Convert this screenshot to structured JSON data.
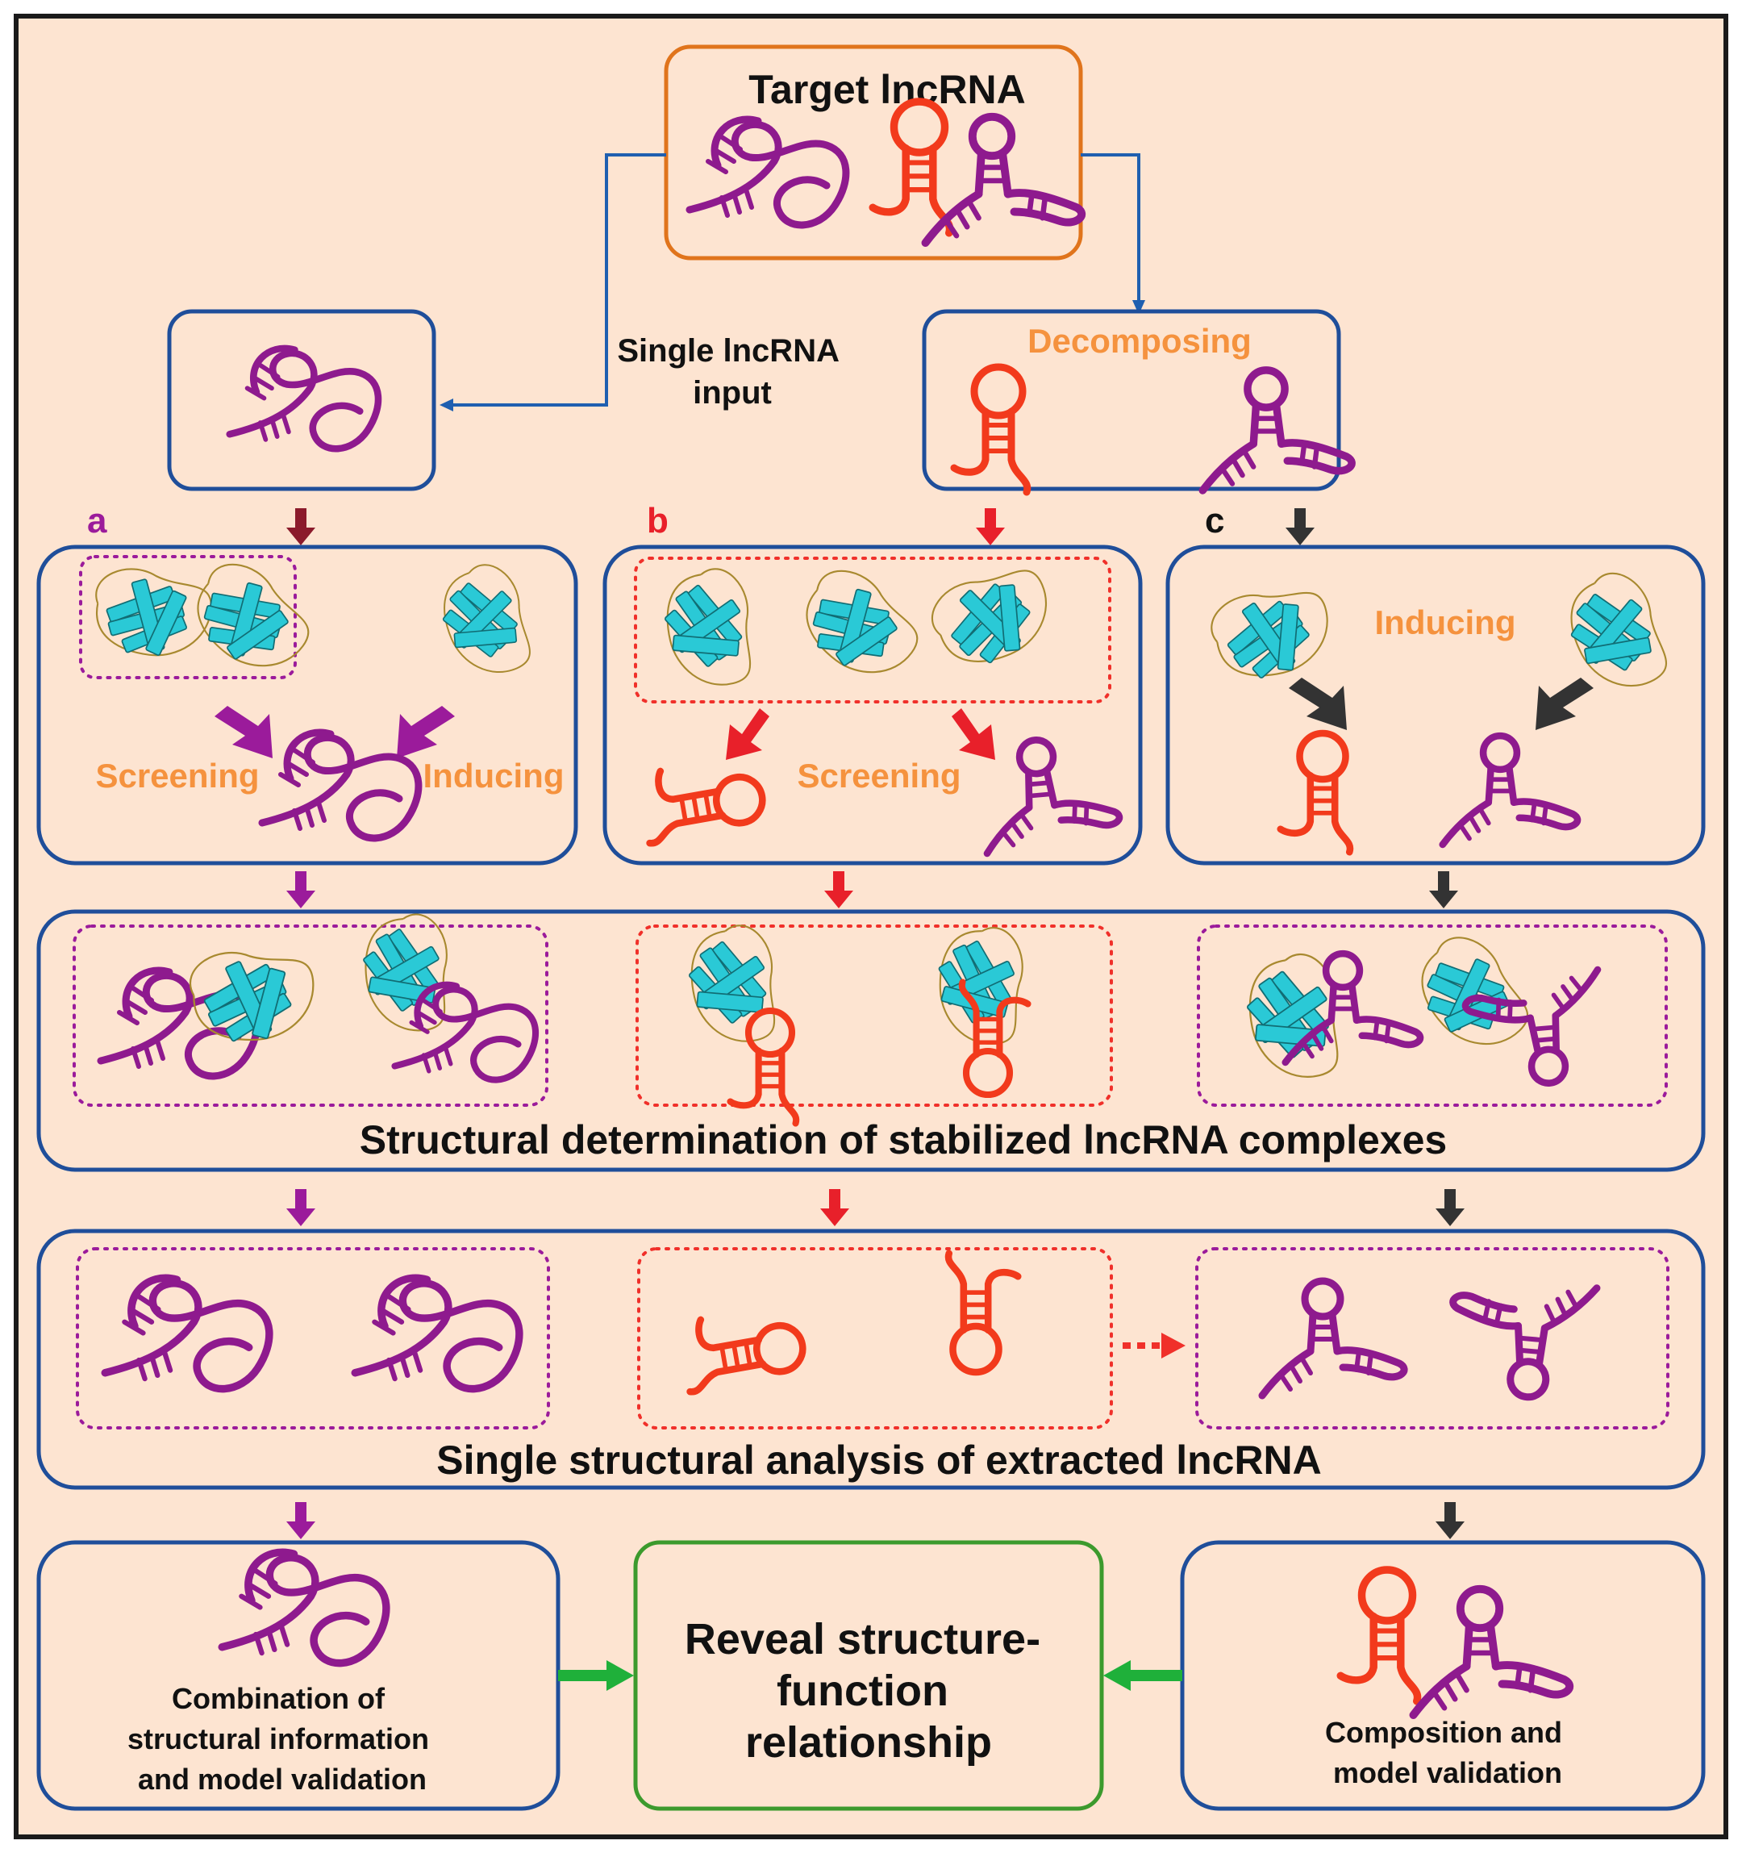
{
  "title": "Target lncRNA",
  "labels": {
    "single_input": [
      "Single lncRNA",
      "input"
    ],
    "decomposing": "Decomposing",
    "panel_a": "a",
    "panel_b": "b",
    "panel_c": "c",
    "screening": "Screening",
    "inducing": "Inducing",
    "structural_determination": "Structural determination of stabilized lncRNA complexes",
    "single_analysis": "Single structural analysis of extracted lncRNA",
    "combination": [
      "Combination of",
      "structural information",
      "and model validation"
    ],
    "reveal": [
      "Reveal structure-",
      "function",
      "relationship"
    ],
    "composition": [
      "Composition and",
      "model validation"
    ]
  },
  "colors": {
    "background": "#fde4d1",
    "box_stroke": "#1f4e9a",
    "purple_rna": "#8e1a8e",
    "red_rna": "#f23a1c",
    "protein_helix": "#2ac9d6",
    "label_orange": "#f5923e",
    "arrow_purple": "#9b1b9b",
    "arrow_darkred": "#8b1a2b",
    "arrow_red": "#e8202a",
    "arrow_dark": "#333333",
    "arrow_green": "#1fb03a",
    "title_box_stroke": "#e0741c",
    "reveal_box_stroke": "#3c9a2d"
  }
}
